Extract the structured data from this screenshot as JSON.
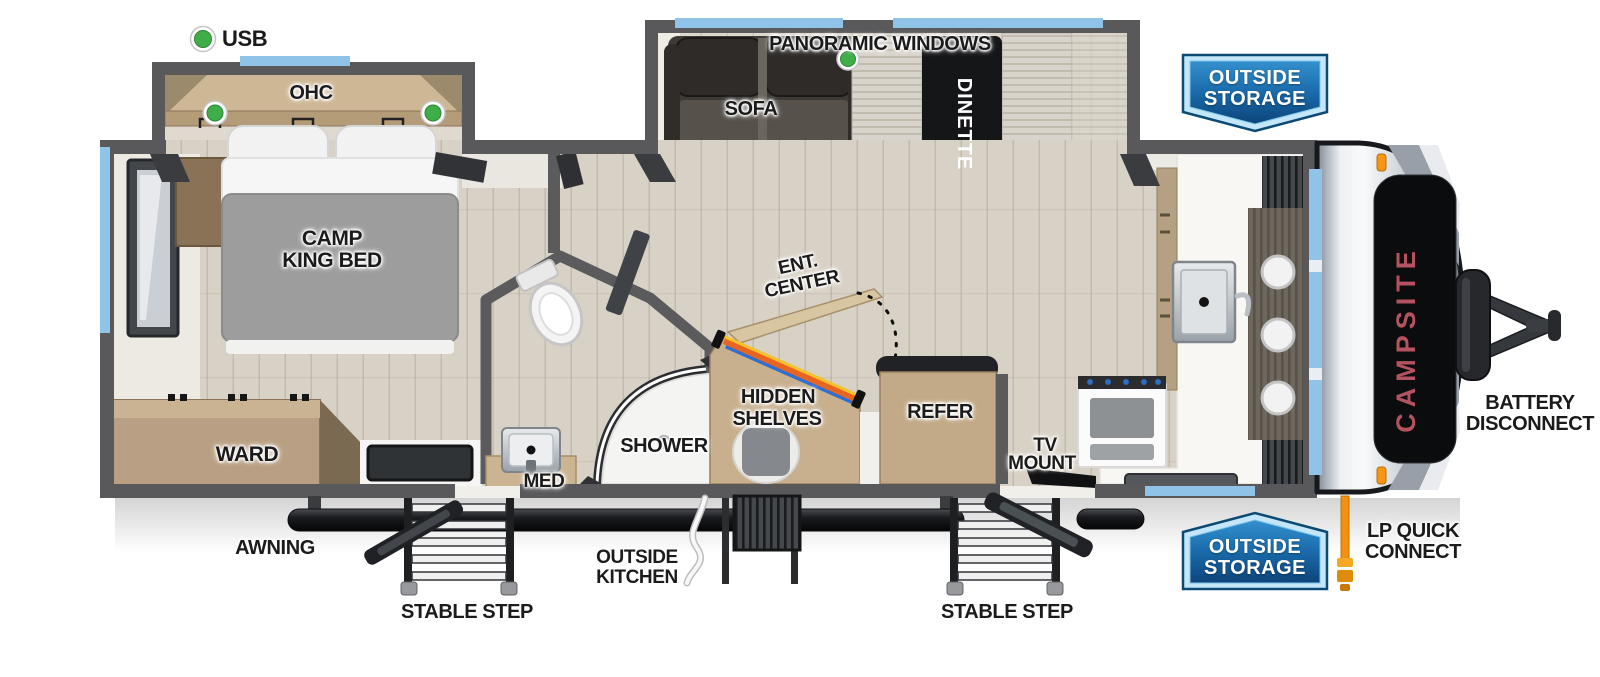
{
  "colors": {
    "usb_green": "#3fae49",
    "brand_red": "#b4525f",
    "window_blue": "#8fc3e8",
    "badge_blue": "#1a6bab",
    "badge_border": "#c3e7f8",
    "lp_orange": "#f29111"
  },
  "legend": {
    "usb_label": "USB"
  },
  "slideouts": {
    "bedroom": {
      "ohc_label": "OHC"
    },
    "living": {
      "panoramic_windows_label": "PANORAMIC WINDOWS",
      "sofa_label": "SOFA",
      "dinette_label": "DINETTE"
    }
  },
  "rooms": {
    "bedroom": {
      "bed_line1": "CAMP",
      "bed_line2": "KING BED",
      "ward_label": "WARD"
    },
    "bathroom": {
      "shower_label": "SHOWER",
      "med_label": "MED"
    },
    "living": {
      "ent_line1": "ENT.",
      "ent_line2": "CENTER",
      "hidden_line1": "HIDDEN",
      "hidden_line2": "SHELVES",
      "refer_label": "REFER",
      "tv_line1": "TV",
      "tv_line2": "MOUNT"
    }
  },
  "exterior": {
    "outside_storage_top": {
      "line1": "OUTSIDE",
      "line2": "STORAGE"
    },
    "outside_storage_bottom": {
      "line1": "OUTSIDE",
      "line2": "STORAGE"
    },
    "awning_label": "AWNING",
    "outside_kitchen": {
      "line1": "OUTSIDE",
      "line2": "KITCHEN"
    },
    "stable_step_left": "STABLE STEP",
    "stable_step_right": "STABLE STEP",
    "battery_disconnect": {
      "line1": "BATTERY",
      "line2": "DISCONNECT"
    },
    "lp_quick_connect": {
      "line1": "LP QUICK",
      "line2": "CONNECT"
    },
    "brand": "CAMPSITE"
  }
}
